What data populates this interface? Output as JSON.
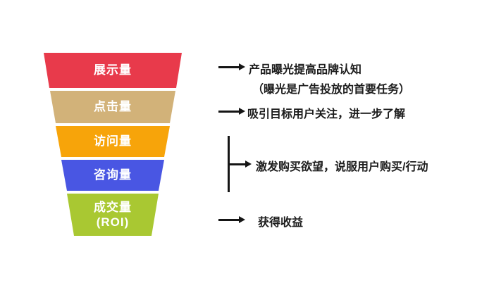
{
  "funnel": {
    "levels": [
      {
        "label": "展示量",
        "color": "#e83a4b"
      },
      {
        "label": "点击量",
        "color": "#d2b279"
      },
      {
        "label": "访问量",
        "color": "#f7a40a"
      },
      {
        "label": "咨询量",
        "color": "#4956e3"
      },
      {
        "label": "成交量",
        "sublabel": "(ROI)",
        "color": "#a9c832"
      }
    ]
  },
  "annotations": {
    "a1": {
      "line1": "产品曝光提高品牌认知",
      "line2": "（曝光是广告投放的首要任务）"
    },
    "a2": {
      "line1": "吸引目标用户关注，进一步了解"
    },
    "a3": {
      "line1": "激发购买欲望，说服用户购买/行动"
    },
    "a4": {
      "line1": "获得收益"
    }
  },
  "colors": {
    "text": "#1c1c1c",
    "arrow": "#151515"
  }
}
